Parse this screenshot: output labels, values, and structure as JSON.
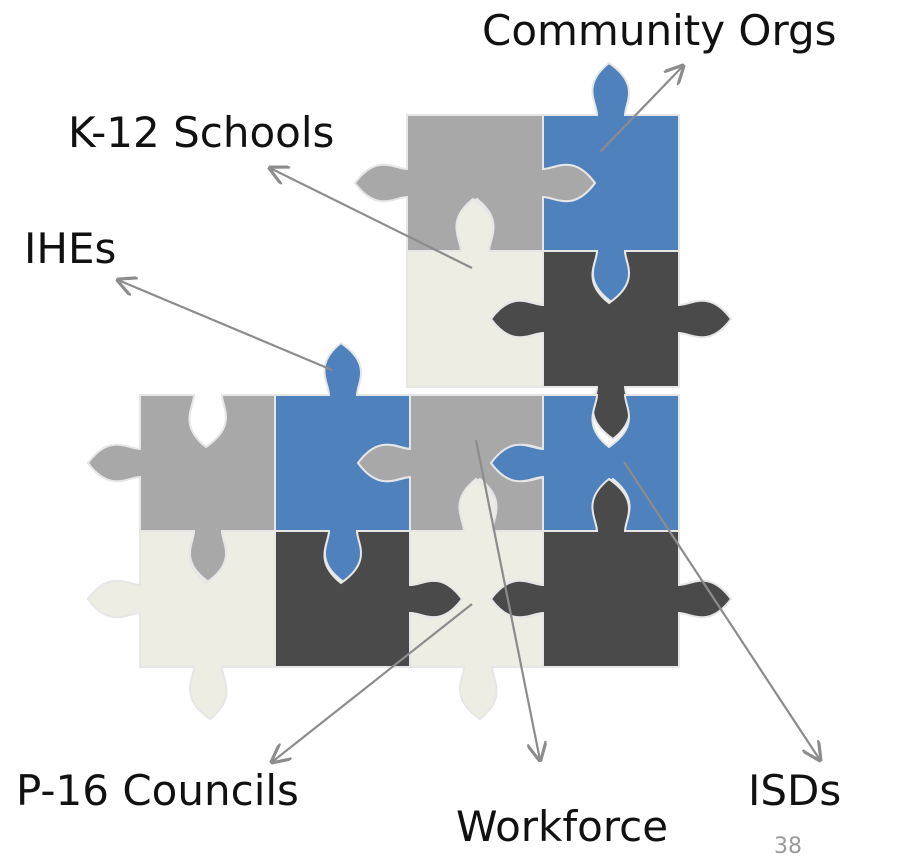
{
  "labels": {
    "community_orgs": "Community Orgs",
    "k12_schools": "K-12 Schools",
    "ihes": "IHEs",
    "p16_councils": "P-16 Councils",
    "workforce": "Workforce",
    "isds": "ISDs"
  },
  "slide_number": "38",
  "colors": {
    "light_gray": "#a8a8a8",
    "blue": "#4f81bd",
    "dark": "#4a4a4a",
    "cream": "#eeede4",
    "arrow": "#8c8c8c",
    "text": "#111111"
  }
}
